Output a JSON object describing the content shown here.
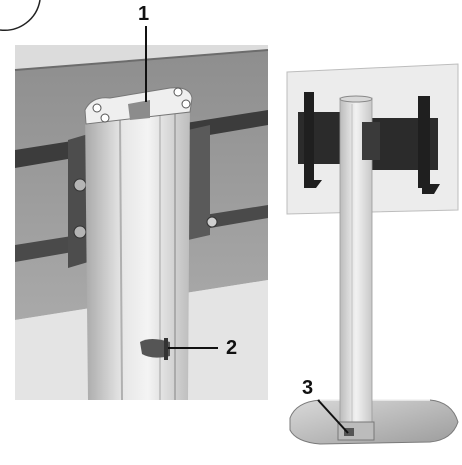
{
  "callouts": {
    "one": "1",
    "two": "2",
    "three": "3"
  },
  "colors": {
    "wall": "#9a9a9a",
    "column": "#d6d6d6",
    "bracket": "#2a2a2a",
    "panel": "#ededed"
  }
}
